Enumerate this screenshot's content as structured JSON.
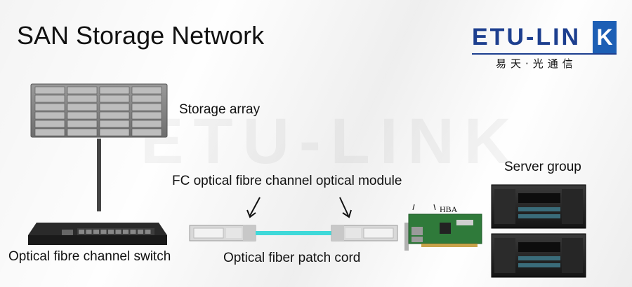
{
  "title": "SAN Storage Network",
  "logo": {
    "main": "ETU-LIN",
    "k": "K",
    "sub": "易天·光通信"
  },
  "watermark": "ETU-LINK",
  "labels": {
    "storage_array": "Storage array",
    "switch": "Optical fibre channel switch",
    "module": "FC optical fibre channel optical module",
    "patch_cord": "Optical fiber patch cord",
    "hba": "HBA",
    "server_group": "Server group"
  },
  "colors": {
    "brand_blue": "#1d3f8f",
    "cable_cyan": "#3fd9d9",
    "link_gray": "#444444"
  }
}
